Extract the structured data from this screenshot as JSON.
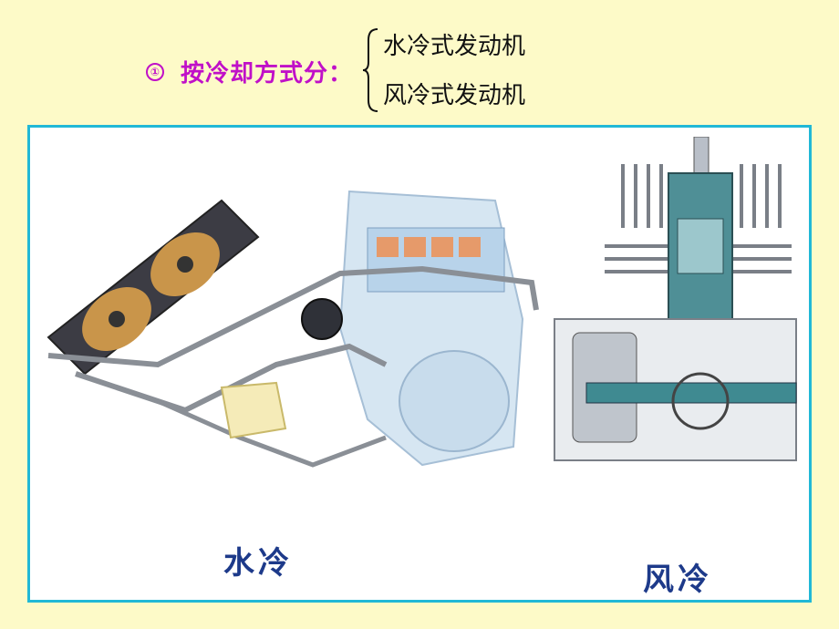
{
  "heading": {
    "bullet": "①",
    "label": "按冷却方式分："
  },
  "options": [
    "水冷式发动机",
    "风冷式发动机"
  ],
  "figure": {
    "water_caption": "水冷",
    "air_caption": "风冷"
  },
  "colors": {
    "background": "#fdfac8",
    "heading": "#c010c8",
    "panel_border": "#21b8d6",
    "caption": "#1d3a8a"
  }
}
